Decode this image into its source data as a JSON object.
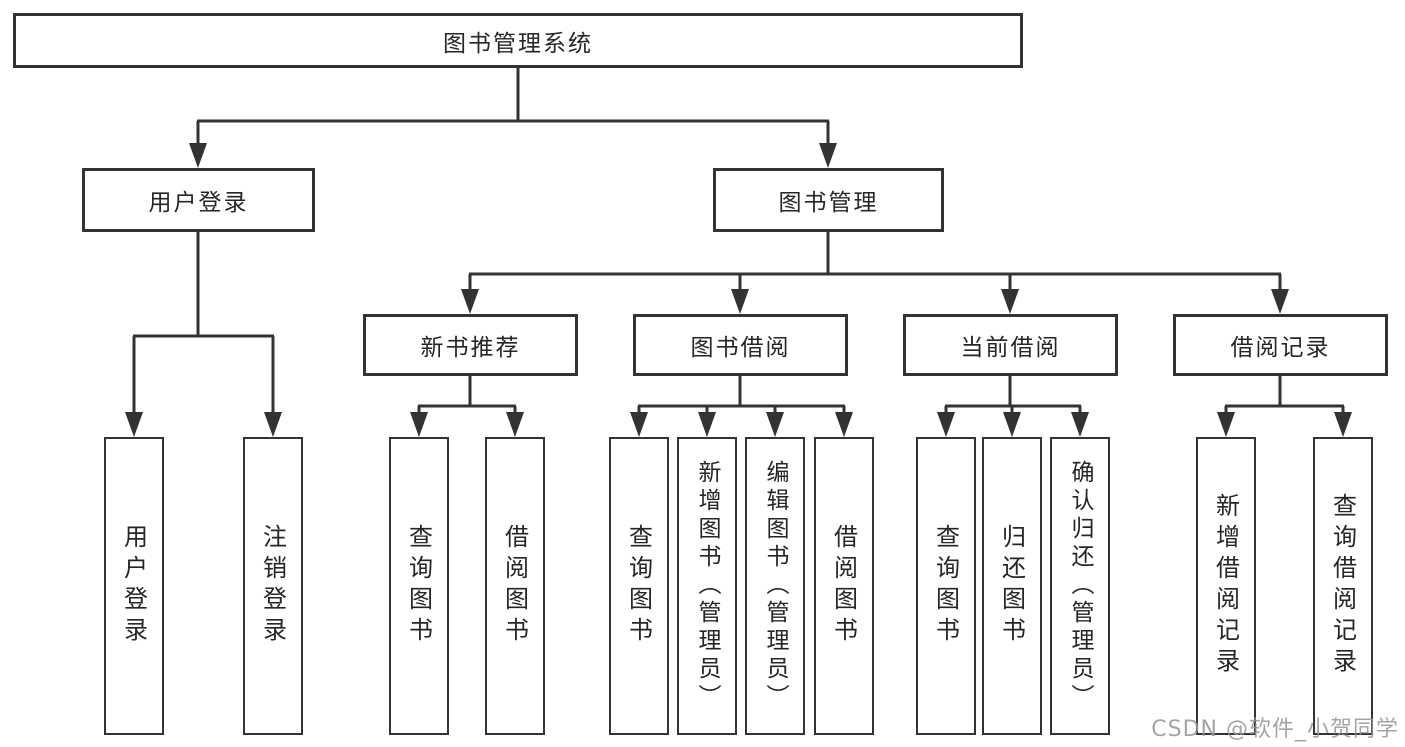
{
  "tree": {
    "root": {
      "label": "图书管理系统"
    },
    "branches": [
      {
        "label": "用户登录",
        "children": [
          {
            "label": "用户登录"
          },
          {
            "label": "注销登录"
          }
        ]
      },
      {
        "label": "图书管理",
        "children": [
          {
            "label": "新书推荐",
            "children": [
              {
                "label": "查询图书"
              },
              {
                "label": "借阅图书"
              }
            ]
          },
          {
            "label": "图书借阅",
            "children": [
              {
                "label": "查询图书"
              },
              {
                "label": "新增图书（管理员）"
              },
              {
                "label": "编辑图书（管理员）"
              },
              {
                "label": "借阅图书"
              }
            ]
          },
          {
            "label": "当前借阅",
            "children": [
              {
                "label": "查询图书"
              },
              {
                "label": "归还图书"
              },
              {
                "label": "确认归还（管理员）"
              }
            ]
          },
          {
            "label": "借阅记录",
            "children": [
              {
                "label": "新增借阅记录"
              },
              {
                "label": "查询借阅记录"
              }
            ]
          }
        ]
      }
    ]
  },
  "watermark": {
    "text": "CSDN @软件_小贺同学"
  },
  "colors": {
    "line": "#333333",
    "box_border": "#333333",
    "box_fill": "#ffffff",
    "text": "#262626",
    "watermark": "#949494",
    "background": "#ffffff"
  }
}
